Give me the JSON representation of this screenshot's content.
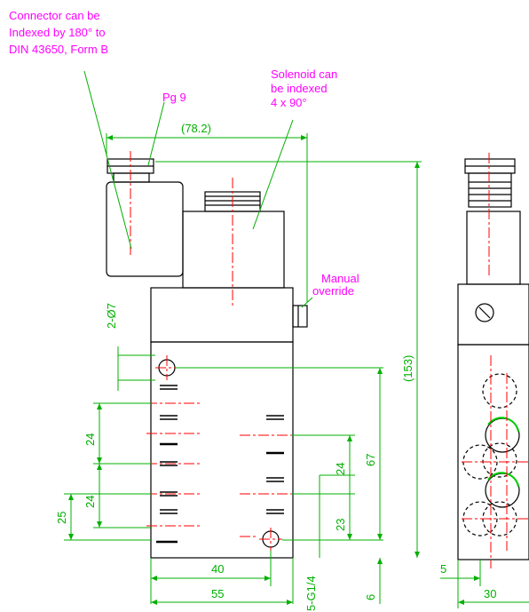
{
  "annotations": {
    "connector": [
      "Connector can be",
      "Indexed by 180° to",
      "DIN 43650, Form B"
    ],
    "pg": "Pg 9",
    "solenoid": [
      "Solenoid can",
      "be indexed",
      "4 x 90°"
    ],
    "manual": [
      "Manual",
      "override"
    ]
  },
  "dimensions": {
    "top_width": "(78.2)",
    "height_total": "(153)",
    "dia": "2-Ø7",
    "pitch_24_a": "24",
    "pitch_24_b": "24",
    "pitch_25": "25",
    "port_67": "67",
    "port_24": "24",
    "port_23": "23",
    "port_6": "6",
    "width_40": "40",
    "width_55": "55",
    "ports": "5-G1/4",
    "side_5": "5",
    "side_30": "30"
  },
  "colors": {
    "outline": "#000000",
    "centerline": "#ff0000",
    "dimension": "#00b000",
    "annotation": "#ff00ff",
    "seal": "#00cc00"
  }
}
